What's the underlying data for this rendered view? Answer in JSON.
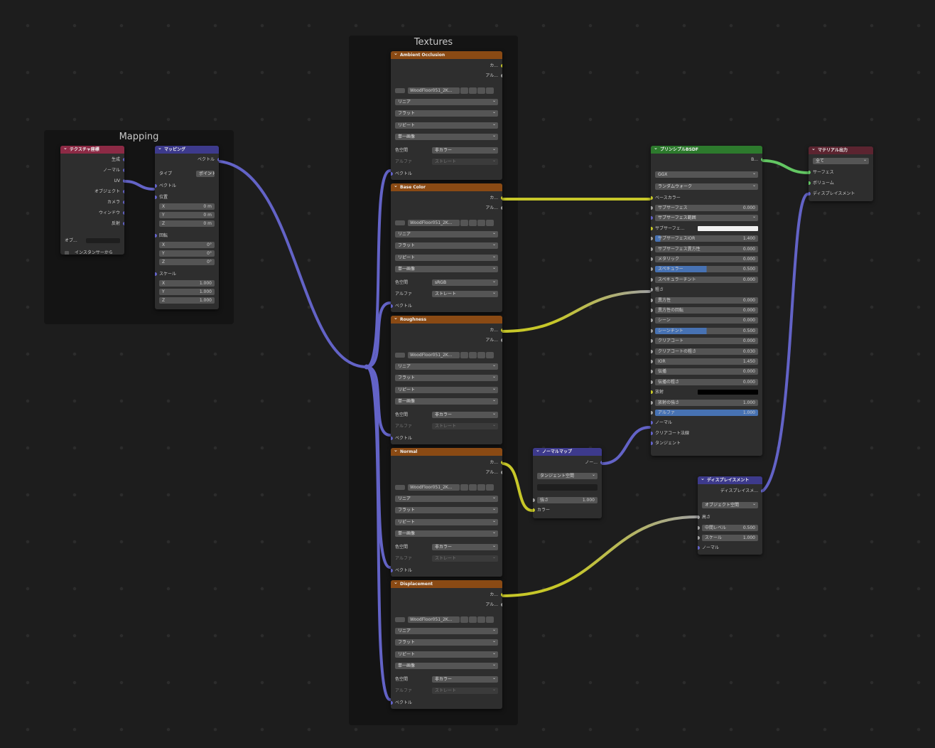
{
  "frames": {
    "mapping_title": "Mapping",
    "textures_title": "Textures"
  },
  "texcoord": {
    "title": "テクスチャ座標",
    "outputs": [
      "生成",
      "ノーマル",
      "UV",
      "オブジェクト",
      "カメラ",
      "ウィンドウ",
      "反射"
    ],
    "object_label": "オブ...",
    "from_instancer": "インスタンサーから"
  },
  "mapping": {
    "title": "マッピング",
    "out": "ベクトル",
    "type_label": "タイプ",
    "type_value": "ポイント",
    "in_vector": "ベクトル",
    "location_label": "位置",
    "location": [
      {
        "axis": "X",
        "value": "0 m"
      },
      {
        "axis": "Y",
        "value": "0 m"
      },
      {
        "axis": "Z",
        "value": "0 m"
      }
    ],
    "rotation_label": "回転",
    "rotation": [
      {
        "axis": "X",
        "value": "0°"
      },
      {
        "axis": "Y",
        "value": "0°"
      },
      {
        "axis": "Z",
        "value": "0°"
      }
    ],
    "scale_label": "スケール",
    "scale": [
      {
        "axis": "X",
        "value": "1.000"
      },
      {
        "axis": "Y",
        "value": "1.000"
      },
      {
        "axis": "Z",
        "value": "1.000"
      }
    ]
  },
  "texnode_common": {
    "out_color": "カ...",
    "out_alpha": "アル...",
    "image_name": "WoodFloor051_2K...",
    "interpolation": "リニア",
    "projection": "フラット",
    "extension": "リピート",
    "source": "単一画像",
    "colorspace_label": "色空間",
    "alpha_label": "アルファ",
    "alpha_value": "ストレート",
    "vector": "ベクトル"
  },
  "texnodes": [
    {
      "title": "Ambient Occlusion",
      "colorspace": "非カラー"
    },
    {
      "title": "Base Color",
      "colorspace": "sRGB"
    },
    {
      "title": "Roughness",
      "colorspace": "非カラー"
    },
    {
      "title": "Normal",
      "colorspace": "非カラー"
    },
    {
      "title": "Displacement",
      "colorspace": "非カラー"
    }
  ],
  "bsdf": {
    "title": "プリンシプルBSDF",
    "out": "B...",
    "distribution": "GGX",
    "subsurface_method": "ランダムウォーク",
    "base_color": "ベースカラー",
    "rows": [
      {
        "kind": "num",
        "label": "サブサーフェス",
        "value": "0.000",
        "fill": 0
      },
      {
        "kind": "dd",
        "label": "サブサーフェス範囲"
      },
      {
        "kind": "color",
        "label": "サブサーフェ...",
        "swatch": "#f2f2f2"
      },
      {
        "kind": "num",
        "label": "サブサーフェスIOR",
        "value": "1.400",
        "fill": 5
      },
      {
        "kind": "num",
        "label": "サブサーフェス異方性",
        "value": "0.000",
        "fill": 0
      },
      {
        "kind": "num",
        "label": "メタリック",
        "value": "0.000",
        "fill": 0
      },
      {
        "kind": "num",
        "label": "スペキュラー",
        "value": "0.500",
        "fill": 50
      },
      {
        "kind": "num",
        "label": "スペキュラーチント",
        "value": "0.000",
        "fill": 0
      },
      {
        "kind": "text",
        "label": "粗さ"
      },
      {
        "kind": "num",
        "label": "異方性",
        "value": "0.000",
        "fill": 0
      },
      {
        "kind": "num",
        "label": "異方性の回転",
        "value": "0.000",
        "fill": 0
      },
      {
        "kind": "num",
        "label": "シーン",
        "value": "0.000",
        "fill": 0
      },
      {
        "kind": "num",
        "label": "シーンチント",
        "value": "0.500",
        "fill": 50
      },
      {
        "kind": "num",
        "label": "クリアコート",
        "value": "0.000",
        "fill": 0
      },
      {
        "kind": "num",
        "label": "クリアコートの粗さ",
        "value": "0.030",
        "fill": 0
      },
      {
        "kind": "num",
        "label": "IOR",
        "value": "1.450",
        "fill": 0
      },
      {
        "kind": "num",
        "label": "伝播",
        "value": "0.000",
        "fill": 0
      },
      {
        "kind": "num",
        "label": "伝播の粗さ",
        "value": "0.000",
        "fill": 0
      },
      {
        "kind": "color",
        "label": "放射",
        "swatch": "#000000"
      },
      {
        "kind": "num",
        "label": "放射の強さ",
        "value": "1.000",
        "fill": 0
      },
      {
        "kind": "num",
        "label": "アルファ",
        "value": "1.000",
        "fill": 100
      },
      {
        "kind": "text",
        "label": "ノーマル"
      },
      {
        "kind": "text",
        "label": "クリアコート法線"
      },
      {
        "kind": "text",
        "label": "タンジェント"
      }
    ]
  },
  "output": {
    "title": "マテリアル出力",
    "target": "全て",
    "inputs": [
      "サーフェス",
      "ボリューム",
      "ディスプレイスメント"
    ]
  },
  "normalmap": {
    "title": "ノーマルマップ",
    "out": "ノー...",
    "space": "タンジェント空間",
    "uvmap": "",
    "strength_label": "強さ",
    "strength_value": "1.000",
    "color": "カラー"
  },
  "displacement": {
    "title": "ディスプレイスメント",
    "out": "ディスプレイスメ...",
    "space": "オブジェクト空間",
    "height": "高さ",
    "midlevel_label": "中間レベル",
    "midlevel_value": "0.500",
    "scale_label": "スケール",
    "scale_value": "1.000",
    "normal": "ノーマル"
  },
  "colors": {
    "vector_wire": "#6363c7",
    "color_wire": "#c7c729",
    "gray_wire": "#a1a1a1",
    "shader_wire": "#63c763"
  }
}
